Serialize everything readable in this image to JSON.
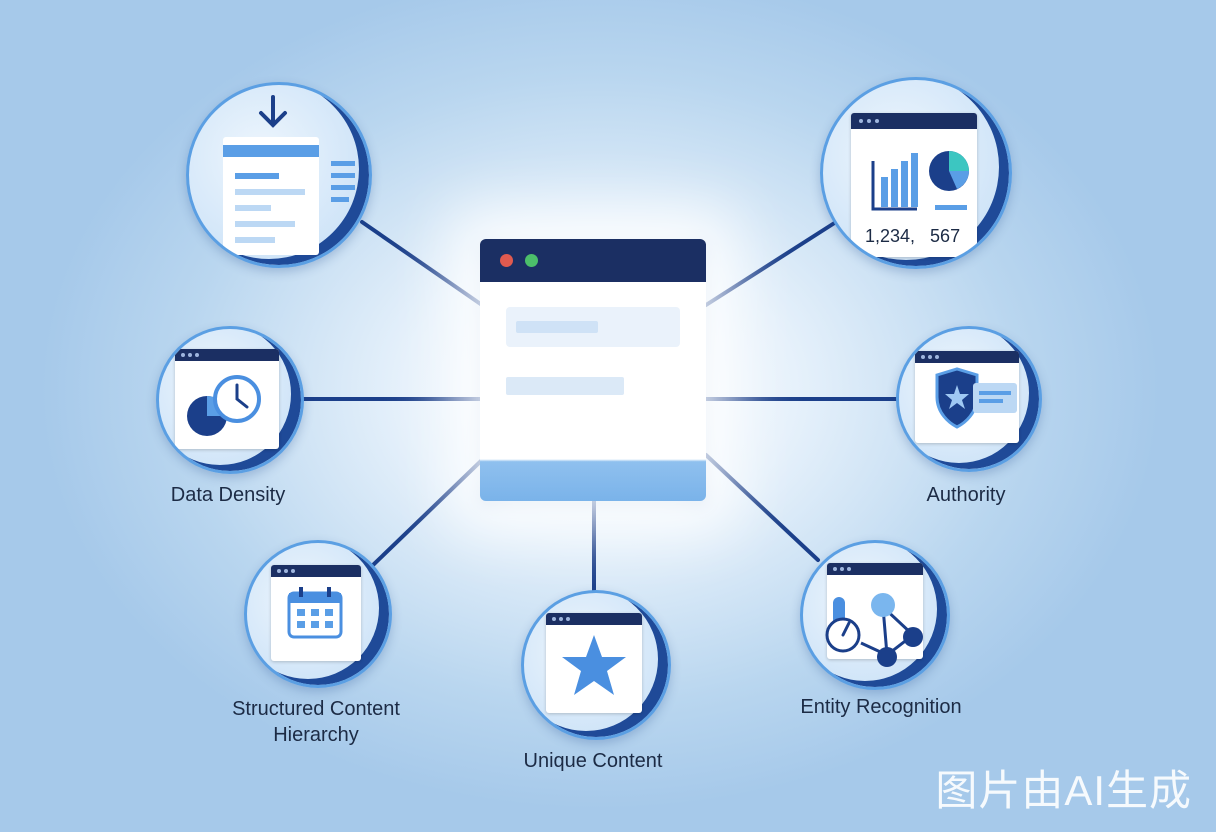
{
  "labels": {
    "data_density": "Data Density",
    "authority": "Authority",
    "structured_1": "Structured Content",
    "structured_2": "Hierarchy",
    "unique": "Unique Content",
    "entity": "Entity Recognition"
  },
  "stats_card": {
    "numbers": "1,234,   567"
  },
  "watermark": "图片由AI生成",
  "colors": {
    "navy": "#1b2f63",
    "accent_blue": "#4a8fe0",
    "dot_red": "#e05a4f",
    "dot_green": "#4cbf6a",
    "teal": "#3cc6c1"
  },
  "icons": [
    "download-arrow-icon",
    "bar-chart-icon",
    "pie-chart-icon",
    "clock-icon",
    "shield-star-icon",
    "calendar-icon",
    "star-icon",
    "network-graph-icon",
    "gauge-icon"
  ]
}
